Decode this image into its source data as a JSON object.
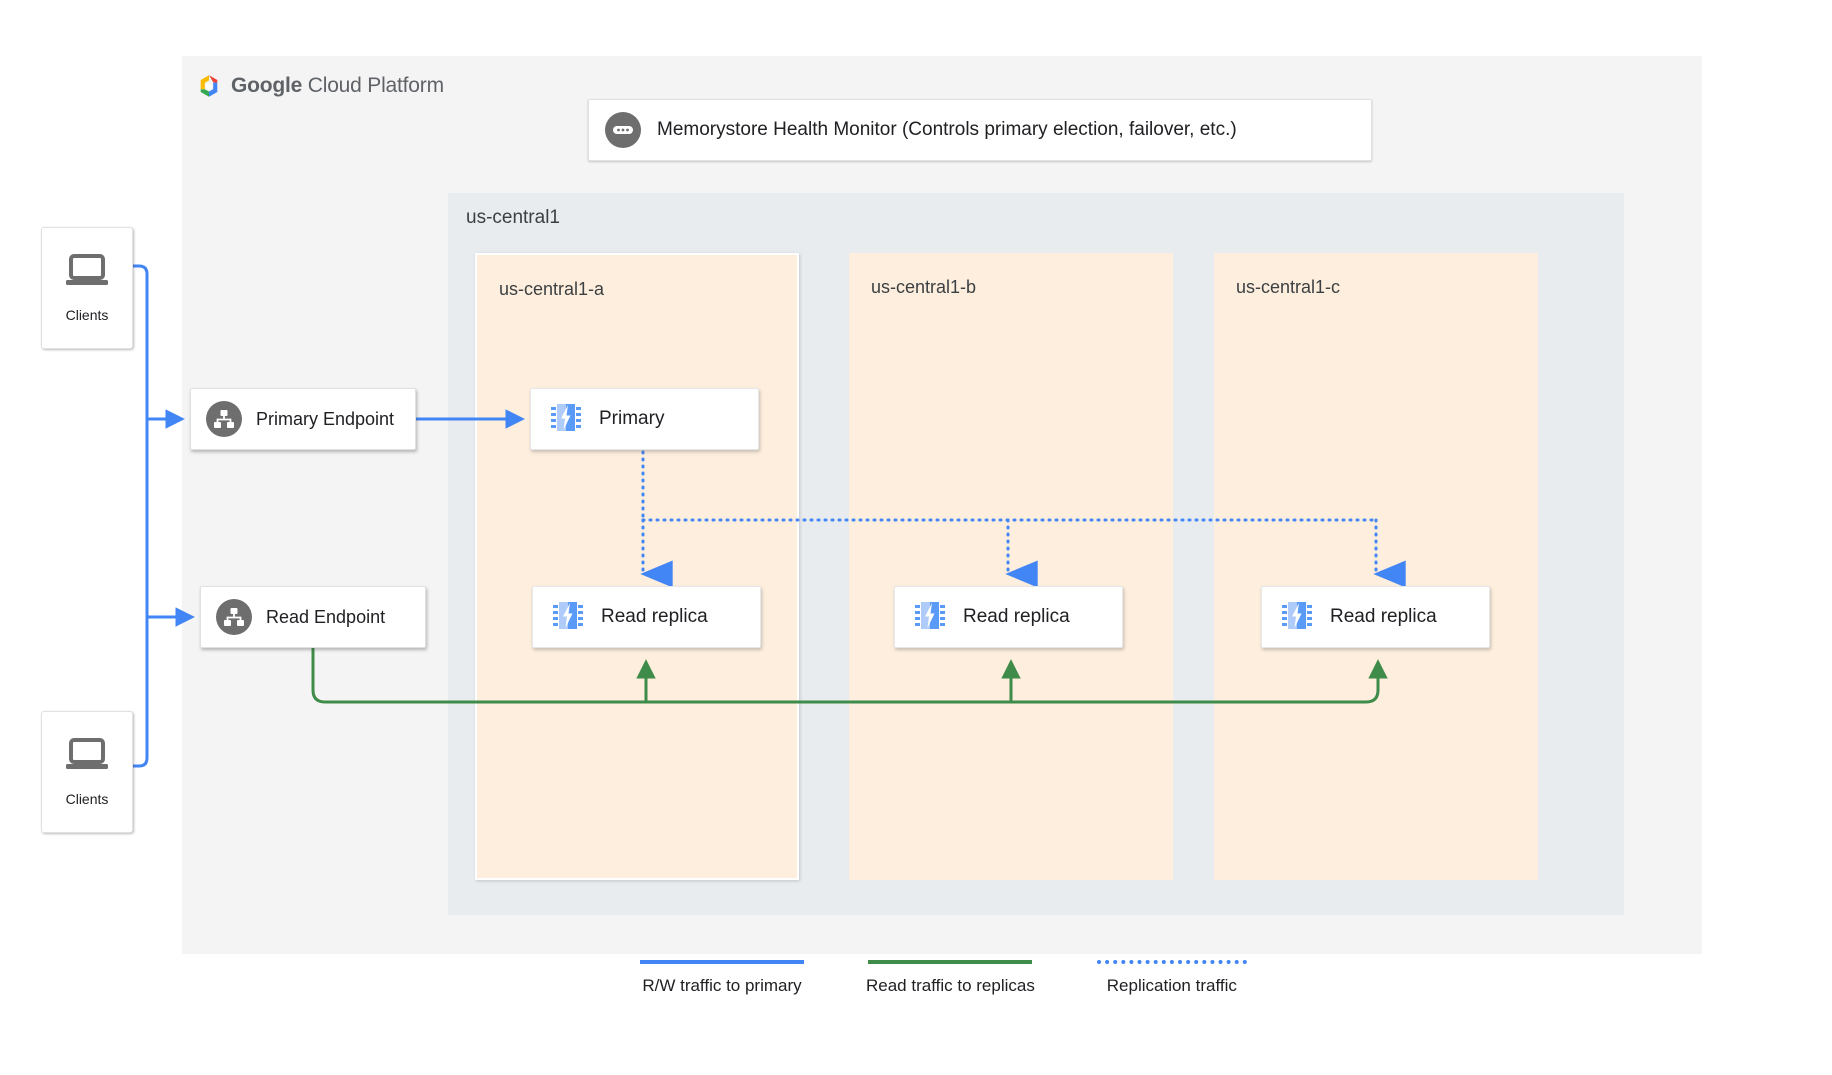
{
  "platform": {
    "name_bold": "Google",
    "name_rest": " Cloud Platform",
    "logo_icon": "google-cloud-logo-icon"
  },
  "health_monitor": {
    "label": "Memorystore Health Monitor (Controls primary election, failover, etc.)",
    "icon": "more-horizontal-circle-icon"
  },
  "region": {
    "label": "us-central1",
    "zones": [
      {
        "label": "us-central1-a",
        "node": {
          "label": "Primary",
          "icon": "memorystore-chip-icon"
        },
        "replica": {
          "label": "Read replica",
          "icon": "memorystore-chip-icon"
        }
      },
      {
        "label": "us-central1-b",
        "replica": {
          "label": "Read replica",
          "icon": "memorystore-chip-icon"
        }
      },
      {
        "label": "us-central1-c",
        "replica": {
          "label": "Read replica",
          "icon": "memorystore-chip-icon"
        }
      }
    ]
  },
  "clients": [
    {
      "label": "Clients",
      "icon": "laptop-icon"
    },
    {
      "label": "Clients",
      "icon": "laptop-icon"
    }
  ],
  "endpoints": [
    {
      "label": "Primary Endpoint",
      "icon": "network-hierarchy-icon"
    },
    {
      "label": "Read Endpoint",
      "icon": "network-hierarchy-icon"
    }
  ],
  "legend": [
    {
      "label": "R/W traffic to primary",
      "style": "solid",
      "color": "#4285f4"
    },
    {
      "label": "Read traffic to replicas",
      "style": "solid",
      "color": "#3f8b49"
    },
    {
      "label": "Replication traffic",
      "style": "dotted",
      "color": "#4285f4"
    }
  ],
  "colors": {
    "panel_bg": "#f4f4f4",
    "region_bg": "#e8ecef",
    "zone_bg": "#fdeedd",
    "rw_traffic": "#4285f4",
    "read_traffic": "#3f8b49",
    "replication": "#4285f4",
    "icon_gray": "#6e6e6e"
  }
}
